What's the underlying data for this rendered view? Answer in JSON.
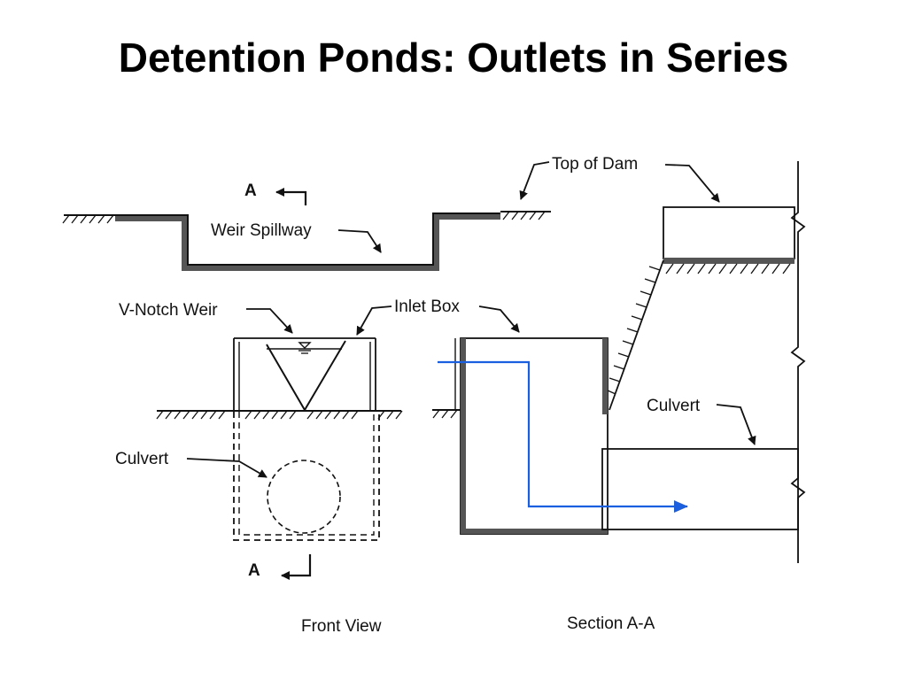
{
  "title": "Detention Ponds: Outlets in Series",
  "labels": {
    "top_of_dam": "Top of Dam",
    "section_marker_top": "A",
    "weir_spillway": "Weir Spillway",
    "v_notch_weir": "V-Notch Weir",
    "inlet_box": "Inlet Box",
    "culvert_front": "Culvert",
    "culvert_section": "Culvert",
    "section_marker_bottom": "A",
    "front_view": "Front View",
    "section_aa": "Section A-A"
  },
  "colors": {
    "line": "#111111",
    "wall_fill": "#555555",
    "flow_arrow": "#1a5fe0"
  }
}
